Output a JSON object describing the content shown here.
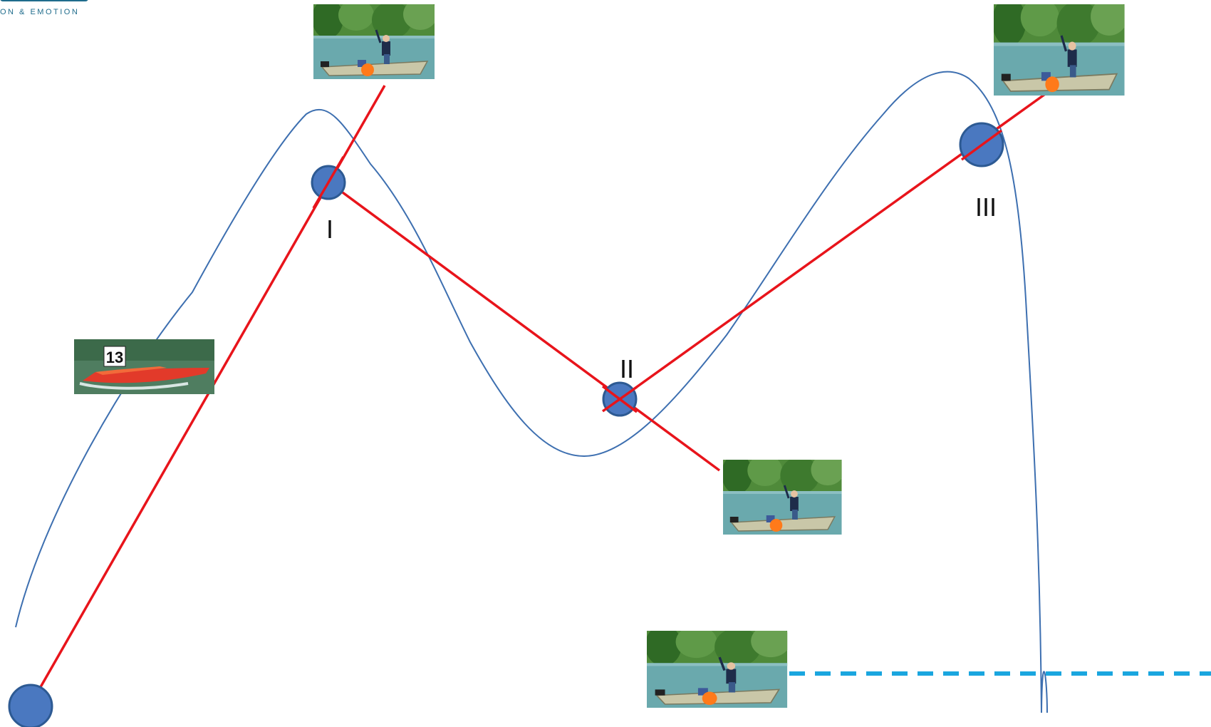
{
  "logo": {
    "tagline": "ON & EMOTION"
  },
  "points": [
    {
      "label": "I"
    },
    {
      "label": "II"
    },
    {
      "label": "III"
    }
  ],
  "photos": [
    {
      "name": "photo-boat-top-center",
      "subject": "boat with people"
    },
    {
      "name": "photo-boat-top-right",
      "subject": "boat with people"
    },
    {
      "name": "photo-racing-boat-13",
      "subject": "red racing boat",
      "number": "13"
    },
    {
      "name": "photo-boat-middle",
      "subject": "boat with people"
    },
    {
      "name": "photo-boat-bottom",
      "subject": "boat with people"
    }
  ],
  "colors": {
    "route_line": "#e8141b",
    "path_curve": "#3d6fb0",
    "buoy_fill": "#4a78c0",
    "buoy_stroke": "#2d5a93",
    "start_line": "#1aa6df",
    "water": "#5fa3a8",
    "trees": "#3e7a2e"
  }
}
